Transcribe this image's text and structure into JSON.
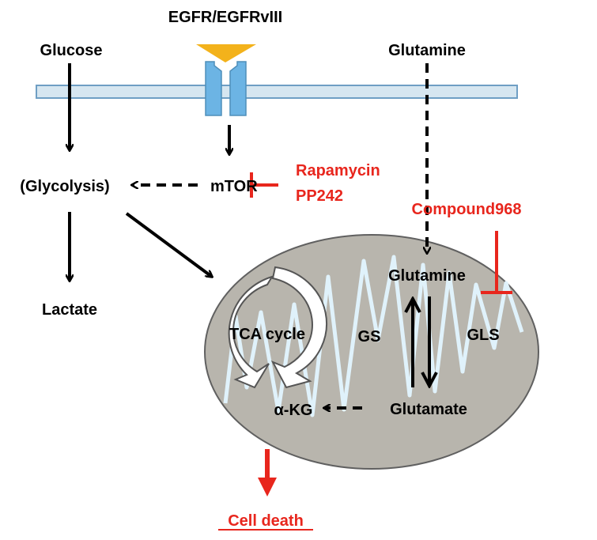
{
  "labels": {
    "receptor": "EGFR/EGFRvIII",
    "glucose": "Glucose",
    "glutamine_outside": "Glutamine",
    "glycolysis": "(Glycolysis)",
    "mtor": "mTOR",
    "lactate": "Lactate",
    "rapamycin": "Rapamycin",
    "pp242": "PP242",
    "compound968": "Compound968",
    "glutamine_inside": "Glutamine",
    "gs": "GS",
    "gls": "GLS",
    "glutamate": "Glutamate",
    "tca": "TCA cycle",
    "akg": "α-KG",
    "cell_death": "Cell death"
  },
  "colors": {
    "inhibitor": "#e8261d",
    "membrane_fill": "#d6e6f0",
    "membrane_stroke": "#6f9fc4",
    "receptor_fill": "#6cb4e4",
    "ligand": "#f3b21b",
    "mitochondrion_fill": "#b8b5ad",
    "cristae": "#e0f2fb"
  }
}
